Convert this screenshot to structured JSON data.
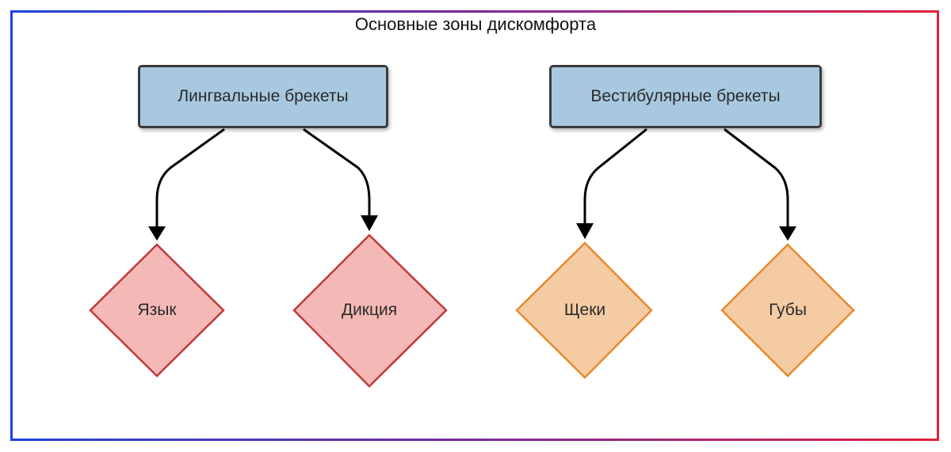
{
  "title": "Основные зоны дискомфорта",
  "nodes": {
    "lingual": "Лингвальные брекеты",
    "vestibular": "Вестибулярные брекеты",
    "tongue": "Язык",
    "diction": "Дикция",
    "cheeks": "Щеки",
    "lips": "Губы"
  },
  "colors": {
    "frame_gradient_start": "#1f44d6",
    "frame_gradient_end": "#e0203c",
    "rect_fill": "#a8c8e0",
    "rect_stroke": "#3b3b3b",
    "red_fill": "#f4b9b6",
    "red_stroke": "#c0393b",
    "orange_fill": "#f5cba3",
    "orange_stroke": "#e8892e",
    "edge": "#000000"
  },
  "edges": [
    {
      "from": "lingual",
      "to": "tongue"
    },
    {
      "from": "lingual",
      "to": "diction"
    },
    {
      "from": "vestibular",
      "to": "cheeks"
    },
    {
      "from": "vestibular",
      "to": "lips"
    }
  ]
}
